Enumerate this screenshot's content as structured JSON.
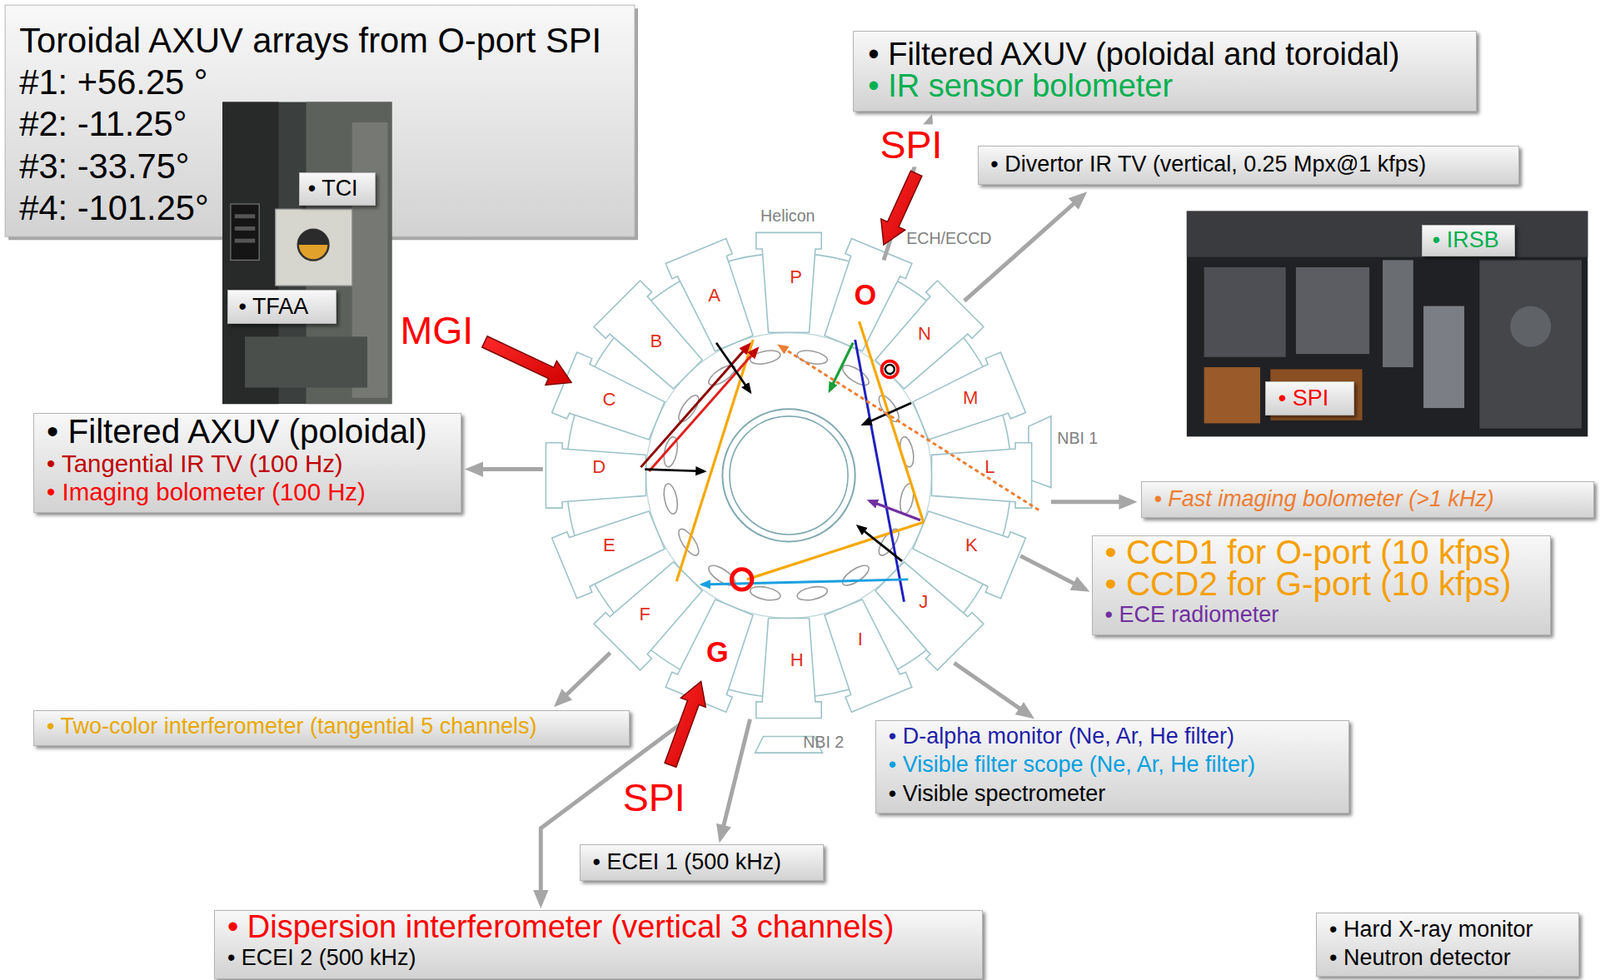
{
  "diagram": {
    "nodes": [
      {
        "text": [
          "Toroidal AXUV arrays from O-port SPI",
          "#1: +56.25 °",
          "#2: -11.25°",
          "#3: -33.75°",
          "#4: -101.25°"
        ]
      },
      {
        "text": [
          "• TCI"
        ]
      },
      {
        "text": [
          "• TFAA"
        ]
      },
      {
        "text": [
          "• Filtered AXUV (poloidal and toroidal)",
          "• IR sensor bolometer"
        ]
      },
      {
        "text": [
          "• Divertor IR TV (vertical, 0.25 Mpx@1 kfps)"
        ]
      },
      {
        "text": [
          "• IRSB"
        ]
      },
      {
        "text": [
          "• SPI"
        ]
      },
      {
        "text": [
          "• Filtered AXUV (poloidal)",
          "• Tangential IR TV (100 Hz)",
          "• Imaging bolometer (100 Hz)"
        ]
      },
      {
        "text": [
          "• Fast imaging bolometer (>1 kHz)"
        ]
      },
      {
        "text": [
          "• CCD1 for O-port (10 kfps)",
          "• CCD2 for G-port (10 kfps)",
          "• ECE radiometer"
        ]
      },
      {
        "text": [
          "• Two-color interferometer (tangential 5 channels)"
        ]
      },
      {
        "text": [
          "• D-alpha monitor (Ne, Ar, He filter)",
          "• Visible filter scope (Ne, Ar, He filter)",
          "• Visible spectrometer"
        ]
      },
      {
        "text": [
          "• ECEI 1 (500 kHz)"
        ]
      },
      {
        "text": [
          "• Dispersion interferometer (vertical 3 channels)",
          "• ECEI 2 (500 kHz)"
        ]
      },
      {
        "text": [
          "• Hard X-ray monitor",
          "• Neutron detector"
        ]
      }
    ],
    "labels": [
      "SPI",
      "Helicon",
      "ECH/ECCD",
      "P",
      "O",
      "A",
      "N",
      "MGI",
      "B",
      "M",
      "C",
      "NBI 1",
      "D",
      "L",
      "E",
      "K",
      "F",
      "J",
      "G",
      "H",
      "I",
      "NBI 2",
      "SPI"
    ]
  }
}
